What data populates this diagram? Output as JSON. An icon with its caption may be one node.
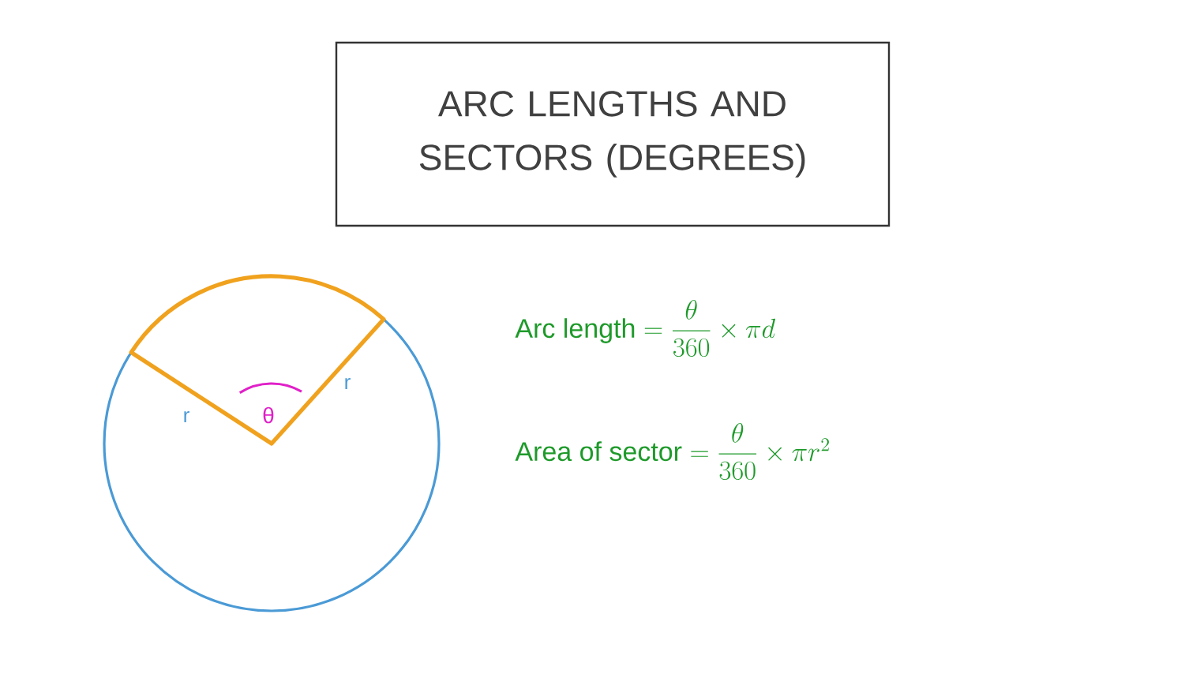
{
  "diagram": {
    "nodes": [
      {
        "text": [
          "ARC LENGTHS AND SECTORS (DEGREES)"
        ]
      }
    ],
    "labels": [
      "r",
      "θ",
      "r",
      "\\text{Arc length} = \\dfrac{\\theta}{360} \\times \\pi d",
      "\\text{Area of sector} = \\dfrac{\\theta}{360} \\times \\pi r^{2}"
    ]
  }
}
